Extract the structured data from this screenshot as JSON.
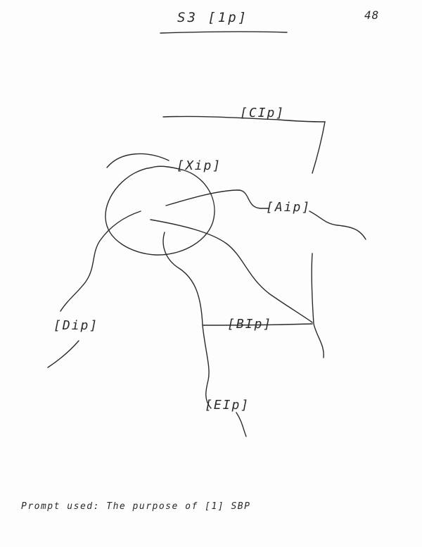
{
  "header": {
    "title": "S3 [1p]",
    "page_number": "48"
  },
  "nodes": {
    "c": "[CIp]",
    "x": "[Xip]",
    "a": "[Aip]",
    "d": "[Dip]",
    "b": "[BIp]",
    "e": "[EIp]"
  },
  "footer": {
    "note": "Prompt used:  The purpose of [1] SBP"
  }
}
